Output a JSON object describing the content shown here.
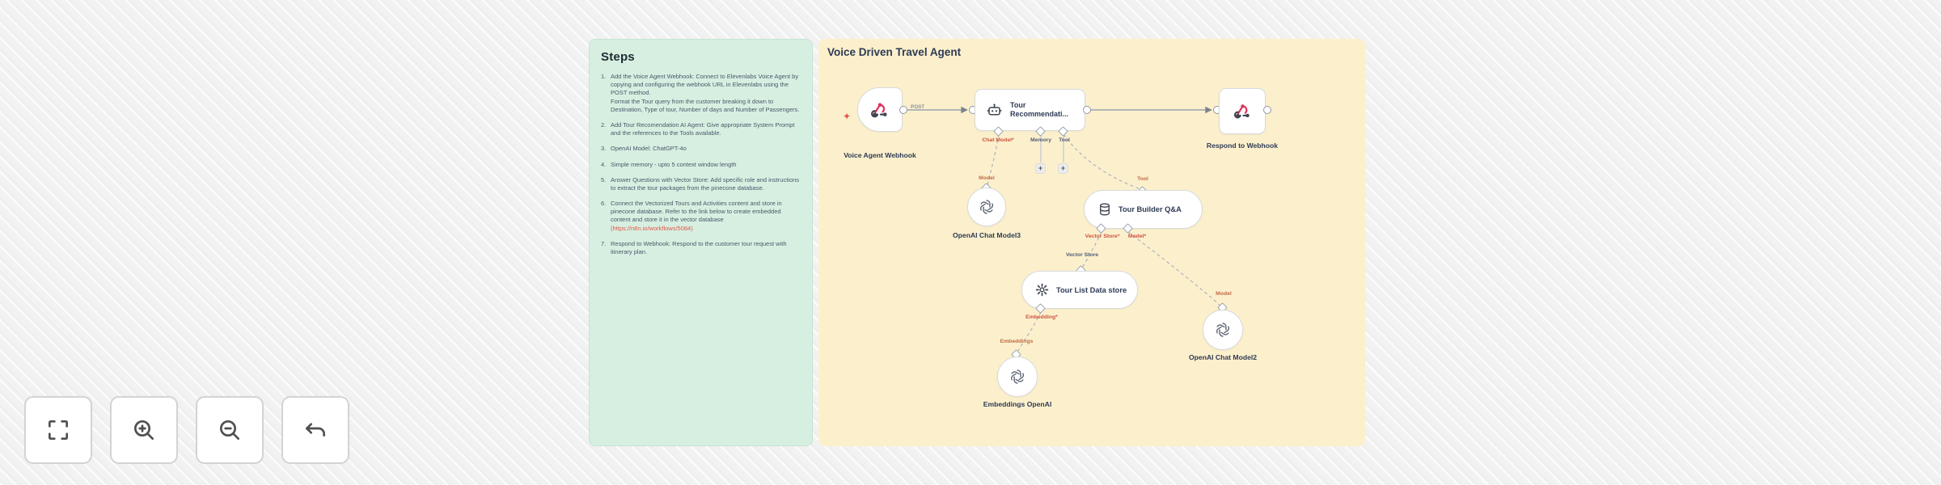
{
  "colors": {
    "sticky_background": "#d7efe1",
    "canvas_background": "#fcf0cc",
    "link_red": "#e05948",
    "required_label_red": "#cc5242",
    "endpoint_label_orange": "#c06a46",
    "node_label": "#2e3a55",
    "webhook_icon_pink": "#e0315b"
  },
  "sticky": {
    "title": "Steps",
    "steps": [
      {
        "num": "1.",
        "text": "Add the Voice Agent Webhook: Connect to Elevenlabs Voice Agent by copying and configuring the webhook URL in Elevenlabs using the POST method.\nFormat the Tour query from the customer breaking it down to Destination, Type of tour, Number of days and Number of Passengers."
      },
      {
        "num": "2.",
        "text": "Add Tour Recomendation AI Agent: Give appropriate System Prompt and the references to the Tools available."
      },
      {
        "num": "3.",
        "text": "OpenAI Model: ChatGPT-4o"
      },
      {
        "num": "4.",
        "text": "Simple memory - upto 5 context window length"
      },
      {
        "num": "5.",
        "text": "Answer Questions with Vector Store: Add specific role and instructions to extract the tour packages from the pinecone database."
      },
      {
        "num": "6.",
        "text": "Connect the Vectorized Tours and Activities content and store in pinecone database. Refer to the link below to create embedded content and store it in the vector database",
        "link": "(https://n8n.io/workflows/5084)"
      },
      {
        "num": "7.",
        "text": "Respond to Webhook: Respond to the customer tour request with itinerary plan."
      }
    ]
  },
  "workflow": {
    "title": "Voice Driven Travel Agent",
    "nodes": {
      "webhook": {
        "label": "Voice Agent Webhook"
      },
      "agent": {
        "label": "Tour Recommendati..."
      },
      "respond": {
        "label": "Respond to Webhook"
      },
      "chat_model3": {
        "label": "OpenAI Chat Model3"
      },
      "qa_tool": {
        "label": "Tour Builder Q&A"
      },
      "data_store": {
        "label": "Tour List Data store"
      },
      "chat_model2": {
        "label": "OpenAI Chat Model2"
      },
      "embeddings": {
        "label": "Embeddings OpenAI"
      }
    },
    "connector_labels": {
      "post": "POST",
      "chat_model": "Chat Model*",
      "memory": "Memory",
      "tool": "Tool",
      "model3_endpoint": "Model",
      "qa_tool_endpoint": "Tool",
      "vector_store_req": "Vector Store*",
      "model_req": "Model*",
      "vector_store_endpoint": "Vector Store",
      "embedding_req": "Embedding*",
      "embeddings_endpoint": "Embeddings",
      "model2_endpoint": "Model"
    },
    "issue_indicator": "✦",
    "plus": "+"
  }
}
